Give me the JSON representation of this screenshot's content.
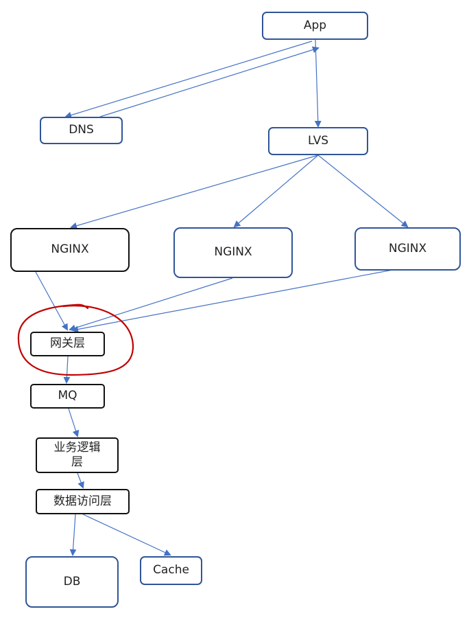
{
  "diagram": {
    "nodes": {
      "app": "App",
      "dns": "DNS",
      "lvs": "LVS",
      "nginx_1": "NGINX",
      "nginx_2": "NGINX",
      "nginx_3": "NGINX",
      "gateway": "网关层",
      "mq": "MQ",
      "business": "业务逻辑\n层",
      "data_access": "数据访问层",
      "db": "DB",
      "cache": "Cache"
    },
    "edges": [
      {
        "from": "App",
        "to": "DNS"
      },
      {
        "from": "DNS",
        "to": "App"
      },
      {
        "from": "App",
        "to": "LVS"
      },
      {
        "from": "LVS",
        "to": "NGINX"
      },
      {
        "from": "LVS",
        "to": "NGINX"
      },
      {
        "from": "LVS",
        "to": "NGINX"
      },
      {
        "from": "NGINX",
        "to": "网关层"
      },
      {
        "from": "NGINX",
        "to": "网关层"
      },
      {
        "from": "NGINX",
        "to": "网关层"
      },
      {
        "from": "网关层",
        "to": "MQ"
      },
      {
        "from": "MQ",
        "to": "业务逻辑层"
      },
      {
        "from": "业务逻辑层",
        "to": "数据访问层"
      },
      {
        "from": "数据访问层",
        "to": "DB"
      },
      {
        "from": "数据访问层",
        "to": "Cache"
      }
    ],
    "colors": {
      "connector": "#4472c4",
      "node_border_blue": "#2f5597",
      "node_border_dark": "#111111",
      "highlight_circle": "#c00000"
    }
  }
}
